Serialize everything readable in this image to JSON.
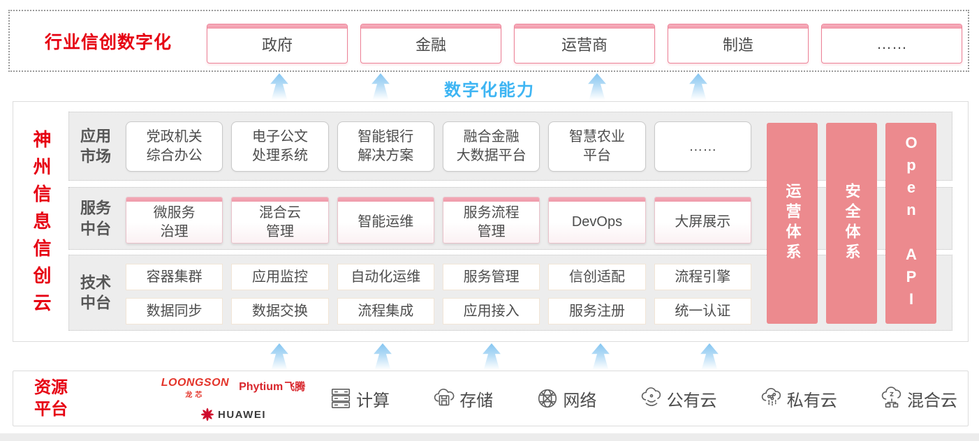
{
  "top_banner": {
    "title": "行业信创数字化",
    "industries": [
      "政府",
      "金融",
      "运营商",
      "制造",
      "……"
    ]
  },
  "capability_label": "数字化能力",
  "platform": {
    "side_title": "神州信息信创云",
    "app_row": {
      "label": "应用\n市场",
      "items": [
        "党政机关\n综合办公",
        "电子公文\n处理系统",
        "智能银行\n解决方案",
        "融合金融\n大数据平台",
        "智慧农业\n平台",
        "……"
      ]
    },
    "service_row": {
      "label": "服务\n中台",
      "items": [
        "微服务\n治理",
        "混合云\n管理",
        "智能运维",
        "服务流程\n管理",
        "DevOps",
        "大屏展示"
      ]
    },
    "tech_row": {
      "label": "技术\n中台",
      "row1": [
        "容器集群",
        "应用监控",
        "自动化运维",
        "服务管理",
        "信创适配",
        "流程引擎"
      ],
      "row2": [
        "数据同步",
        "数据交换",
        "流程集成",
        "应用接入",
        "服务注册",
        "统一认证"
      ]
    },
    "pillars": [
      "运营体系",
      "安全体系",
      "Open API"
    ]
  },
  "resources": {
    "label": "资源\n平台",
    "vendors": {
      "loongson": "LOONGSON",
      "loongson_sub": "龙芯",
      "phytium": "Phytium",
      "phytium_sub": "飞腾",
      "huawei": "HUAWEI"
    },
    "items": [
      {
        "icon": "compute-icon",
        "label": "计算"
      },
      {
        "icon": "storage-icon",
        "label": "存储"
      },
      {
        "icon": "network-icon",
        "label": "网络"
      },
      {
        "icon": "public-cloud-icon",
        "label": "公有云"
      },
      {
        "icon": "private-cloud-icon",
        "label": "私有云"
      },
      {
        "icon": "hybrid-cloud-icon",
        "label": "混合云"
      }
    ]
  },
  "colors": {
    "brand_red": "#e60012",
    "pillar_pink": "#ec8a8e",
    "capability_blue": "#3eb5f3"
  }
}
